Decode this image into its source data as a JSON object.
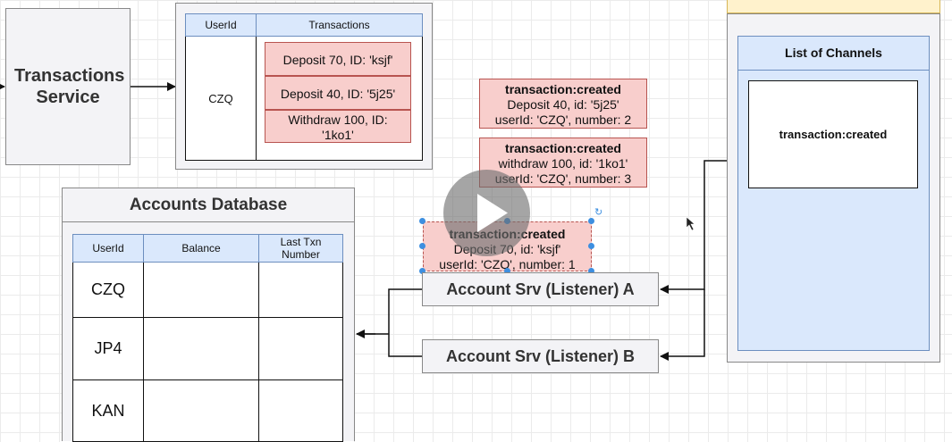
{
  "transactions_service": {
    "title": "Transactions Service"
  },
  "transactions_table": {
    "col_userid": "UserId",
    "col_transactions": "Transactions",
    "userid": "CZQ",
    "items": [
      "Deposit 70, ID: 'ksjf'",
      "Deposit 40, ID: '5j25'",
      "Withdraw 100, ID: '1ko1'"
    ]
  },
  "events": [
    {
      "title": "transaction:created",
      "line1": "Deposit 40, id: '5j25'",
      "line2": "userId: 'CZQ', number: 2"
    },
    {
      "title": "transaction:created",
      "line1": "withdraw 100, id: '1ko1'",
      "line2": "userId: 'CZQ', number: 3"
    },
    {
      "title": "transaction:created",
      "line1": "Deposit 70, id: 'ksjf'",
      "line2": "userId: 'CZQ', number: 1"
    }
  ],
  "accounts_db": {
    "title": "Accounts Database",
    "columns": [
      "UserId",
      "Balance",
      "Last Txn Number"
    ],
    "rows": [
      {
        "userid": "CZQ",
        "balance": "",
        "last_txn": ""
      },
      {
        "userid": "JP4",
        "balance": "",
        "last_txn": ""
      },
      {
        "userid": "KAN",
        "balance": "",
        "last_txn": ""
      }
    ]
  },
  "listeners": {
    "a": "Account Srv (Listener) A",
    "b": "Account Srv (Listener) B"
  },
  "channels": {
    "title": "List of Channels",
    "channel": "transaction:created"
  },
  "colors": {
    "blue_fill": "#dae8fc",
    "blue_stroke": "#6c8ebf",
    "pink_fill": "#f8cecc",
    "pink_stroke": "#b85450",
    "gray_fill": "#f3f3f6",
    "selection": "#3d8fe0",
    "header_yellow": "#fff2cc"
  },
  "overlay": {
    "play_icon": "play-icon"
  }
}
